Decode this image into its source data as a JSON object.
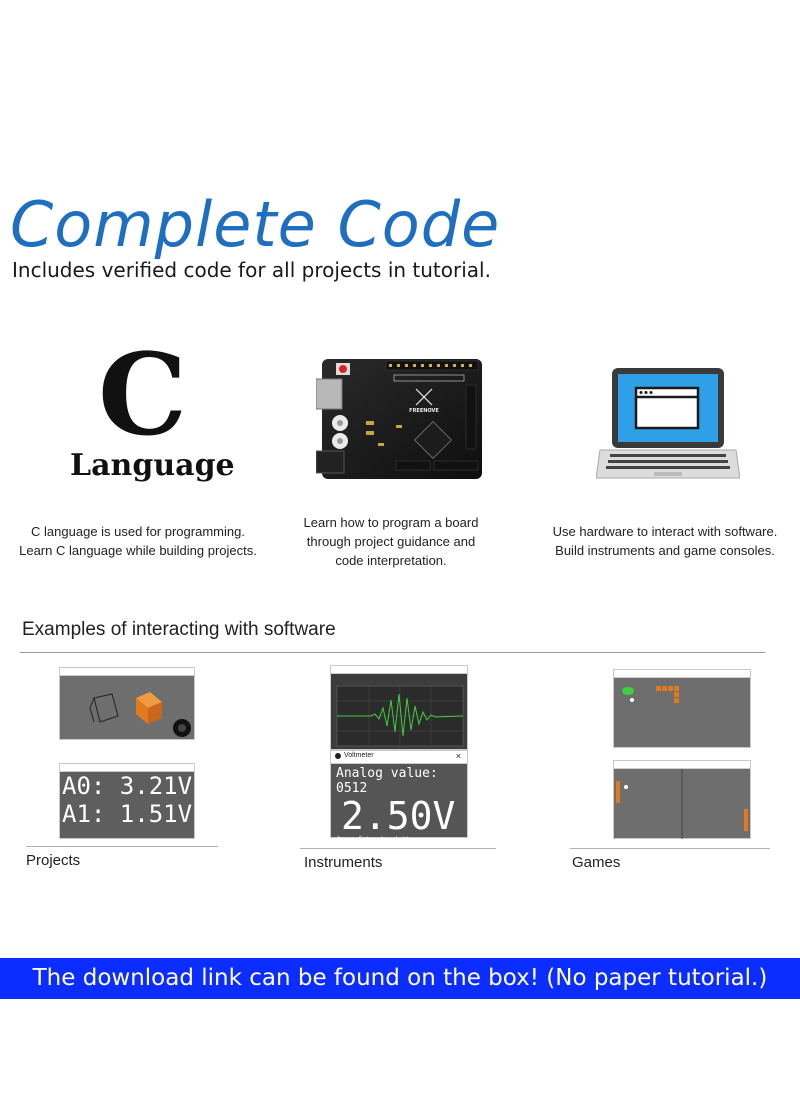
{
  "header": {
    "title": "Complete Code",
    "subtitle": "Includes verified code for all projects in tutorial."
  },
  "features": {
    "c_language": {
      "icon_letter": "C",
      "icon_word": "Language",
      "line1": "C language is used for programming.",
      "line2": "Learn C language while building projects."
    },
    "board": {
      "brand": "FREENOVE",
      "line1": "Learn how to program a board",
      "line2": "through project guidance and",
      "line3": "code interpretation."
    },
    "hardware": {
      "icon": "laptop-icon",
      "line1": "Use hardware to interact with software.",
      "line2": "Build instruments and game consoles."
    }
  },
  "examples": {
    "heading": "Examples of interacting with software",
    "projects": {
      "caption": "Projects",
      "voltmeter_a0": "A0: 3.21V",
      "voltmeter_a1": "A1: 1.51V"
    },
    "instruments": {
      "caption": "Instruments",
      "window_title": "Voltmeter",
      "analog_label": "Analog value: 0512",
      "voltage": "2.50V",
      "footer": "Press Enter to visit www.freenove.com"
    },
    "games": {
      "caption": "Games"
    }
  },
  "banner": {
    "text": "The download link can be found on the box! (No paper tutorial.)",
    "color": "#0c2dff"
  },
  "colors": {
    "title_blue": "#1f6fc0",
    "screen_blue": "#2f9fe8",
    "orange": "#e07a1f"
  }
}
